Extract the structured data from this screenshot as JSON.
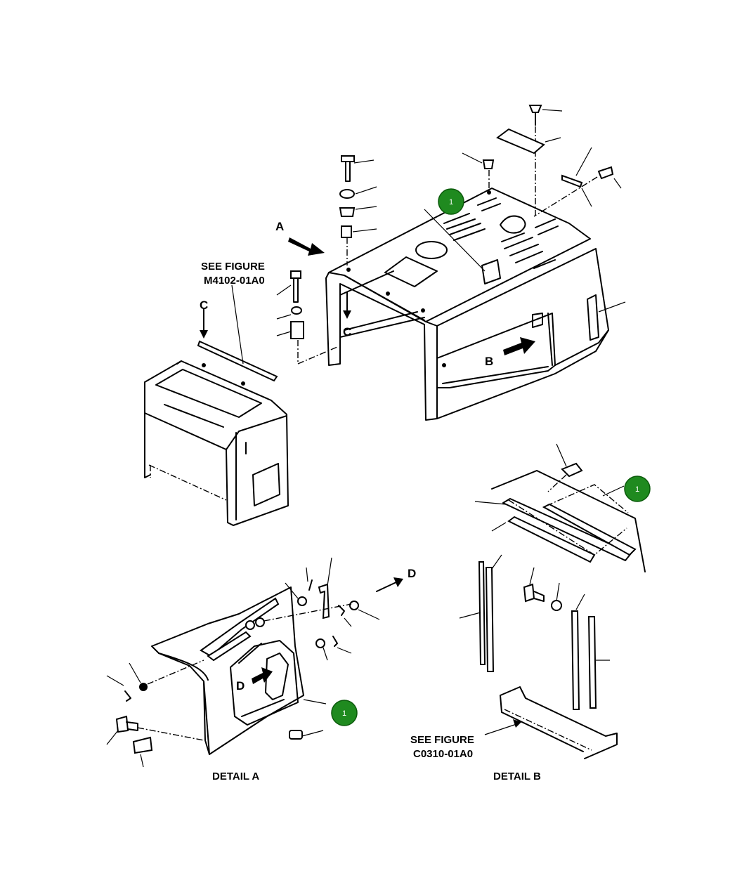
{
  "labels": {
    "arrow_a": "A",
    "arrow_b": "B",
    "arrow_c_left": "C",
    "arrow_c_right": "C",
    "arrow_d_detail": "D",
    "arrow_d_upper": "D",
    "see_figure_top_line1": "SEE FIGURE",
    "see_figure_top_line2": "M4102-01A0",
    "see_figure_bottom_line1": "SEE FIGURE",
    "see_figure_bottom_line2": "C0310-01A0",
    "detail_a": "DETAIL A",
    "detail_b": "DETAIL B"
  },
  "callouts": [
    {
      "number": "1"
    },
    {
      "number": "1"
    },
    {
      "number": "1"
    }
  ],
  "colors": {
    "callout_fill": "#1f8a1f",
    "line": "#000000",
    "background": "#ffffff"
  }
}
